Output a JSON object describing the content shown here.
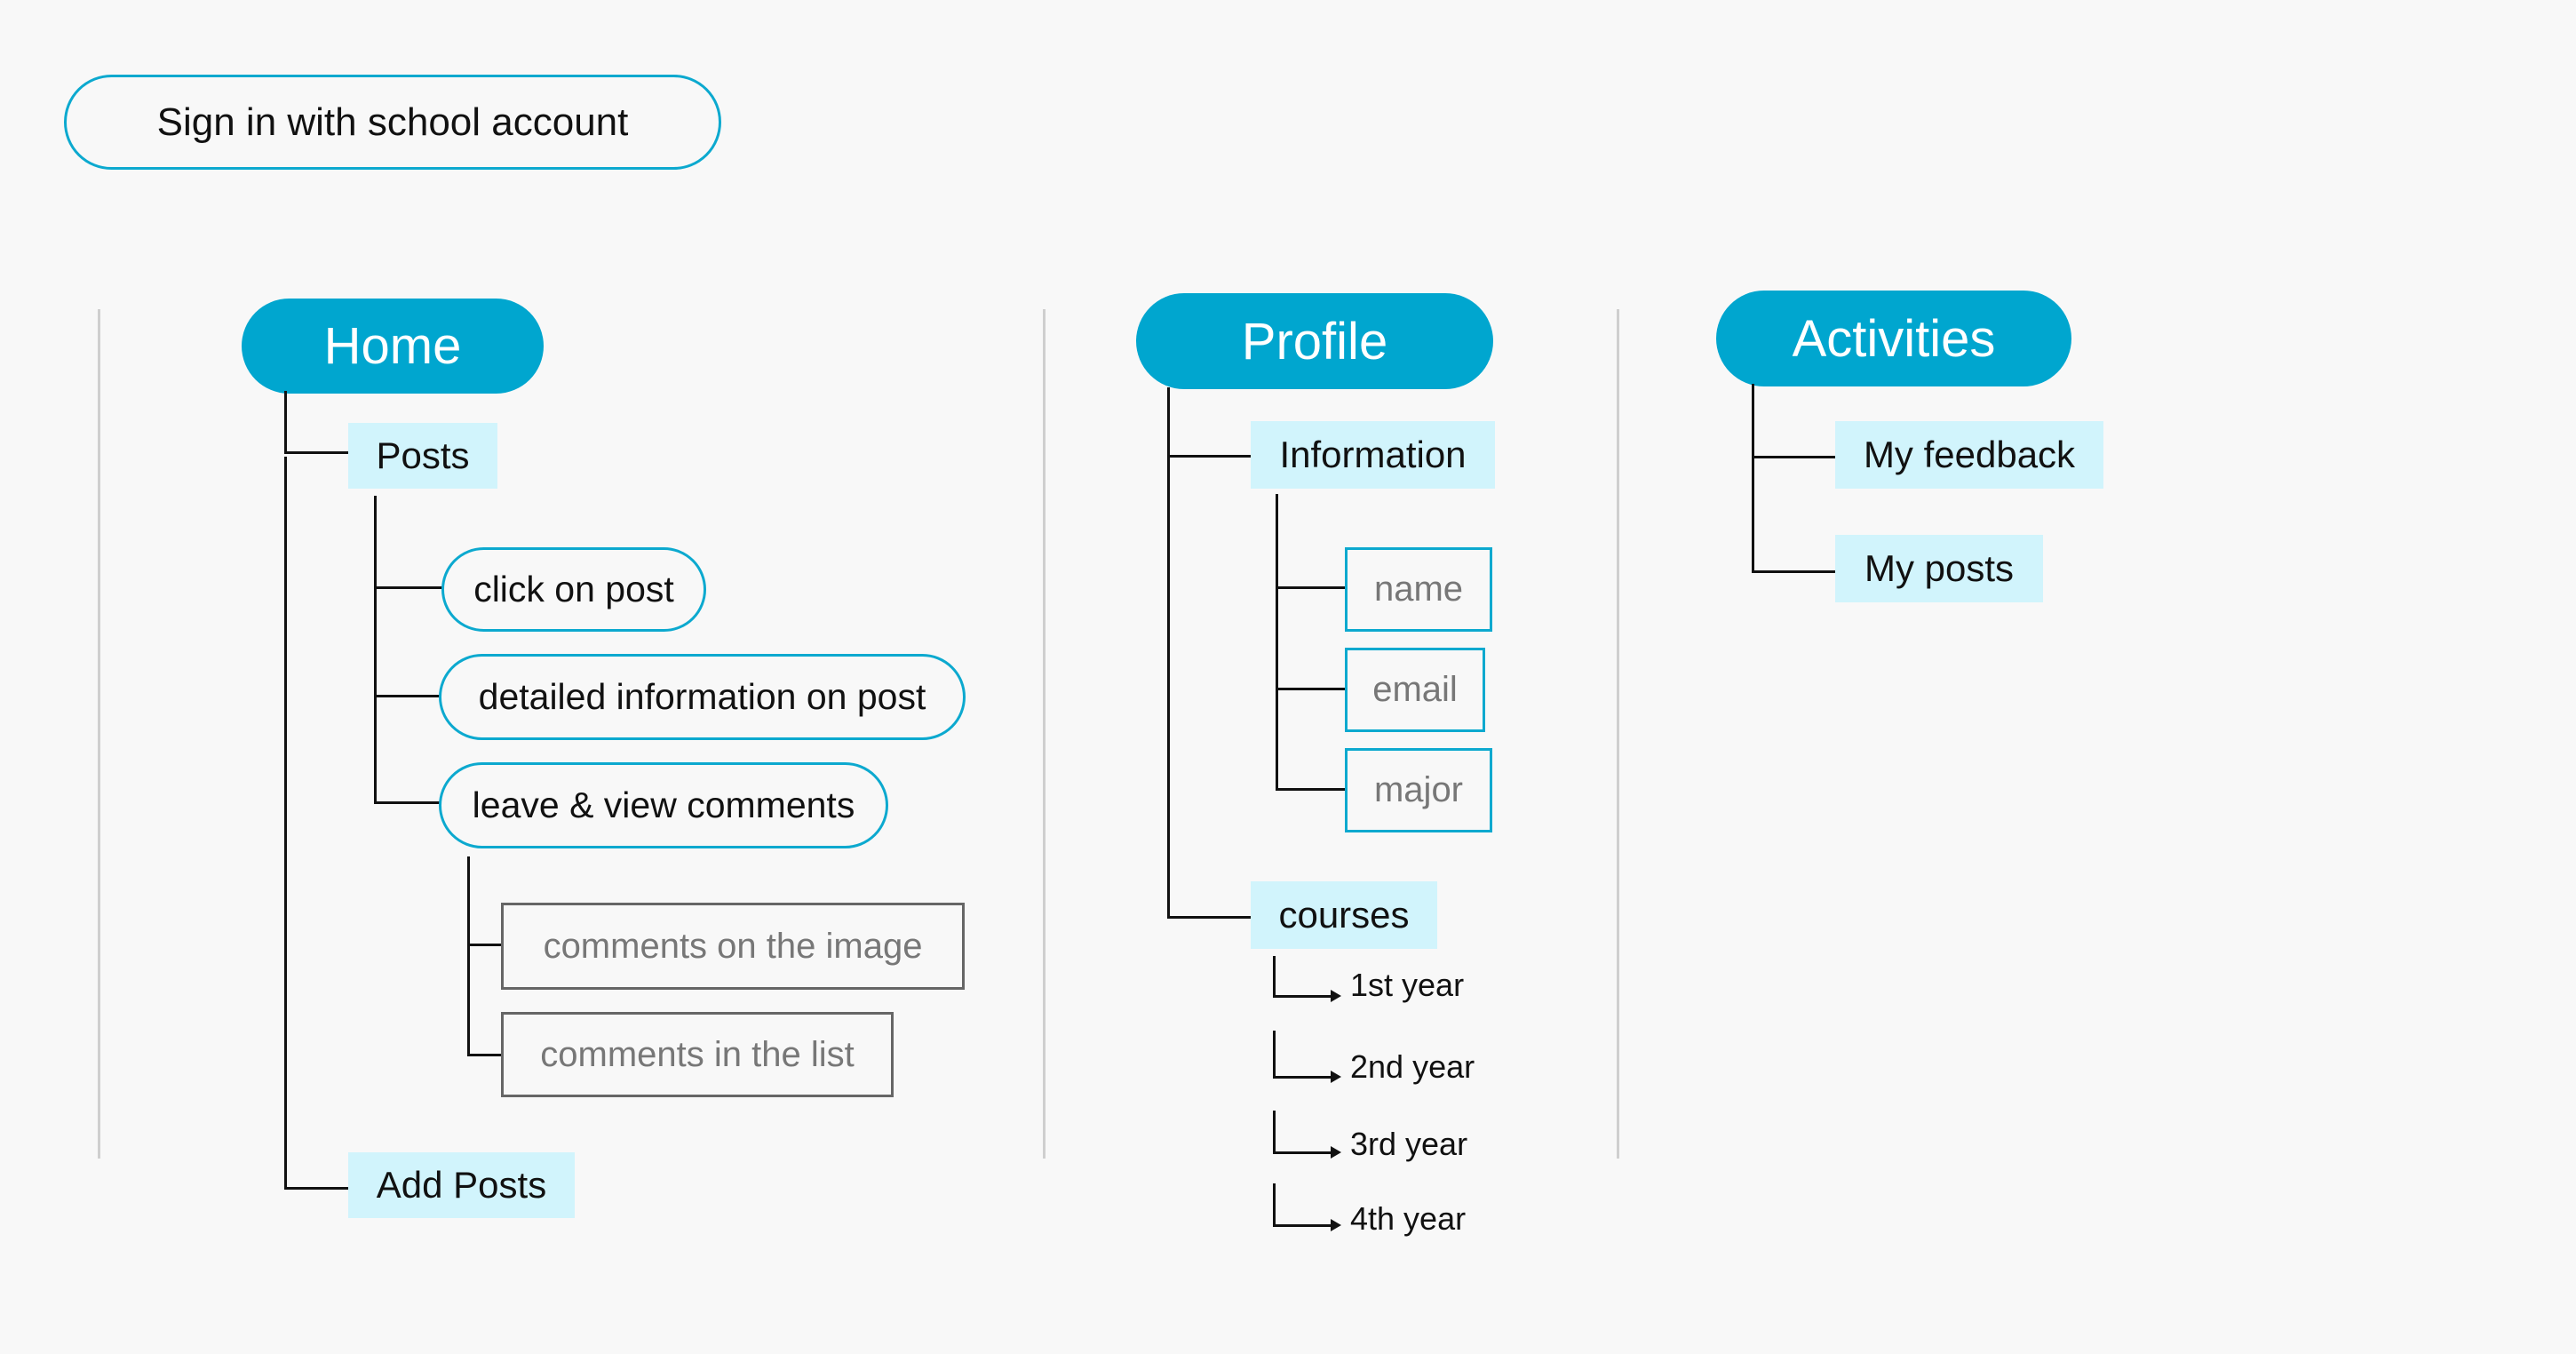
{
  "signin": {
    "label": "Sign in with school account"
  },
  "home": {
    "title": "Home",
    "posts": "Posts",
    "click_on_post": "click on post",
    "detailed_info": "detailed information on post",
    "leave_view_comments": "leave & view comments",
    "comments_on_image": "comments on the image",
    "comments_in_list": "comments in the list",
    "add_posts": "Add Posts"
  },
  "profile": {
    "title": "Profile",
    "information": "Information",
    "name": "name",
    "email": "email",
    "major": "major",
    "courses": "courses",
    "years": [
      "1st year",
      "2nd year",
      "3rd year",
      "4th year"
    ]
  },
  "activities": {
    "title": "Activities",
    "my_feedback": "My feedback",
    "my_posts": "My posts"
  },
  "colors": {
    "accent": "#00a6cf",
    "node_fill": "#d1f4fc",
    "outline": "#0ca9cf"
  }
}
